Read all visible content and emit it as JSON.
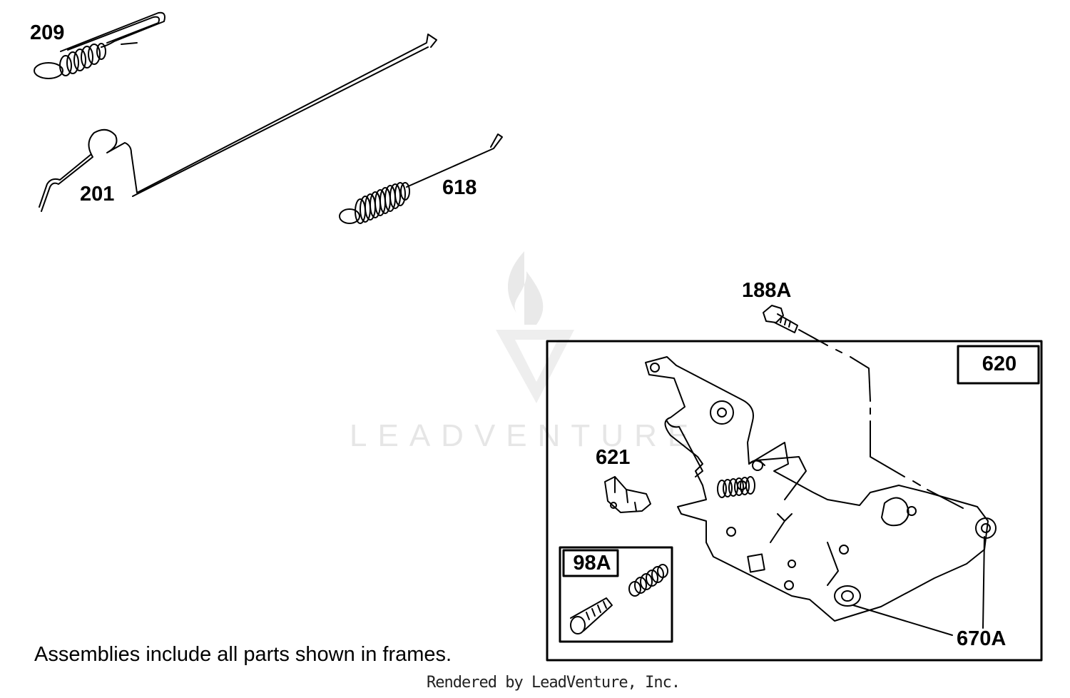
{
  "diagram": {
    "labels": {
      "l209": "209",
      "l201": "201",
      "l618": "618",
      "l188A": "188A",
      "l620": "620",
      "l621": "621",
      "l98A": "98A",
      "l670A": "670A"
    },
    "note": "Assemblies include all parts shown in frames.",
    "footer": "Rendered by LeadVenture, Inc.",
    "watermark": "LEADVENTURE"
  }
}
